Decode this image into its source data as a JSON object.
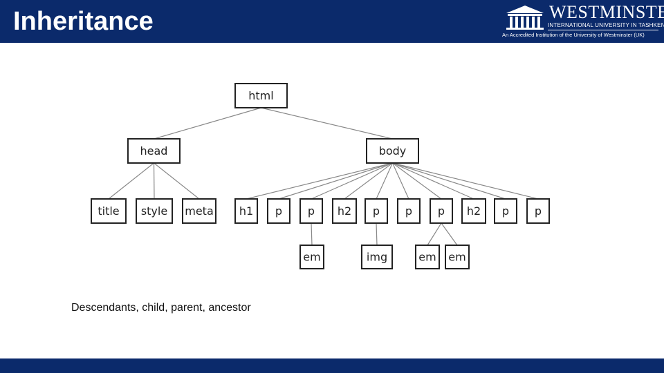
{
  "slide": {
    "title": "Inheritance",
    "caption": "Descendants, child, parent, ancestor"
  },
  "logo": {
    "name": "WESTMINSTER",
    "subtitle": "INTERNATIONAL UNIVERSITY IN TASHKENT",
    "tagline": "An Accredited Institution of the University of Westminster (UK)"
  },
  "colors": {
    "header_bg": "#0b2a6b",
    "footer_bg": "#0b2a6b",
    "text_light": "#ffffff",
    "node_border": "#222222",
    "edge": "#888888"
  },
  "tree": {
    "nodes": [
      {
        "id": "html",
        "label": "html",
        "parent": null
      },
      {
        "id": "head",
        "label": "head",
        "parent": "html"
      },
      {
        "id": "body",
        "label": "body",
        "parent": "html"
      },
      {
        "id": "title",
        "label": "title",
        "parent": "head"
      },
      {
        "id": "style",
        "label": "style",
        "parent": "head"
      },
      {
        "id": "meta",
        "label": "meta",
        "parent": "head"
      },
      {
        "id": "h1",
        "label": "h1",
        "parent": "body"
      },
      {
        "id": "p1",
        "label": "p",
        "parent": "body"
      },
      {
        "id": "p2",
        "label": "p",
        "parent": "body"
      },
      {
        "id": "h2a",
        "label": "h2",
        "parent": "body"
      },
      {
        "id": "p3",
        "label": "p",
        "parent": "body"
      },
      {
        "id": "p4",
        "label": "p",
        "parent": "body"
      },
      {
        "id": "p5",
        "label": "p",
        "parent": "body"
      },
      {
        "id": "h2b",
        "label": "h2",
        "parent": "body"
      },
      {
        "id": "p6",
        "label": "p",
        "parent": "body"
      },
      {
        "id": "p7",
        "label": "p",
        "parent": "body"
      },
      {
        "id": "em1",
        "label": "em",
        "parent": "p2"
      },
      {
        "id": "img",
        "label": "img",
        "parent": "p3"
      },
      {
        "id": "em2",
        "label": "em",
        "parent": "p5"
      },
      {
        "id": "em3",
        "label": "em",
        "parent": "p5"
      }
    ]
  }
}
